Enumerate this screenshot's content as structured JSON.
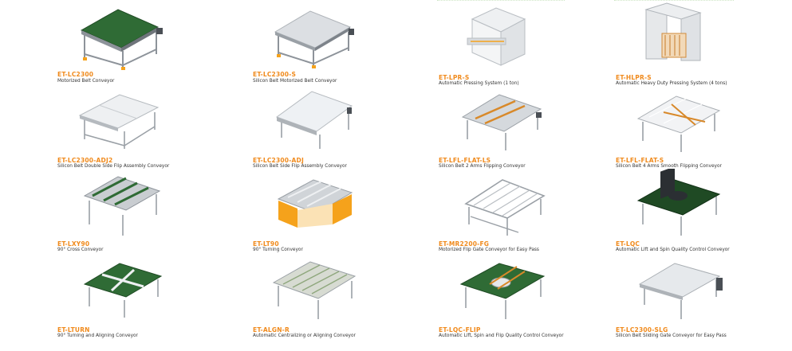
{
  "colors": {
    "accent": "#f08a1c",
    "text": "#333333",
    "frame": "#9aa0a6",
    "belt_green": "#2f6b35",
    "belt_grey": "#dcdfe3",
    "orange": "#f5a21b"
  },
  "products": [
    {
      "code": "ET-LC2300",
      "desc": "Motorized Belt Conveyor",
      "icon": "green-belt-conveyor-icon"
    },
    {
      "code": "ET-LC2300-S",
      "desc": "Silicon Belt Motorized Belt Conveyor",
      "icon": "silicon-belt-conveyor-icon"
    },
    {
      "code": "ET-LPR-S",
      "desc": "Automatic Pressing System (1 ton)",
      "icon": "pressing-system-icon"
    },
    {
      "code": "ET-HLPR-S",
      "desc": "Automatic Heavy Duty Pressing System (4 tons)",
      "icon": "heavy-pressing-system-icon"
    },
    {
      "code": "ET-LC2300-ADJ2",
      "desc": "Silicon Belt Double Side Flip Assembly Conveyor",
      "icon": "double-flip-conveyor-icon"
    },
    {
      "code": "ET-LC2300-ADJ",
      "desc": "Silicon Belt Side Flip Assembly Conveyor",
      "icon": "side-flip-conveyor-icon"
    },
    {
      "code": "ET-LFL-FLAT-LS",
      "desc": "Silicon Belt 2 Arms Flipping Conveyor",
      "icon": "two-arm-flipping-conveyor-icon"
    },
    {
      "code": "ET-LFL-FLAT-S",
      "desc": "Silicon Belt 4 Arms Smooth Flipping Conveyor",
      "icon": "four-arm-flipping-conveyor-icon"
    },
    {
      "code": "ET-LXY90",
      "desc": "90° Cross Conveyor",
      "icon": "cross-conveyor-icon"
    },
    {
      "code": "ET-LT90",
      "desc": "90° Turning Conveyor",
      "icon": "turning-conveyor-icon"
    },
    {
      "code": "ET-MR2200-FG",
      "desc": "Motorized Flip Gate Conveyor for Easy Pass",
      "icon": "flip-gate-conveyor-icon"
    },
    {
      "code": "ET-LQC",
      "desc": "Automatic Lift and Spin Quality Control Conveyor",
      "icon": "lift-spin-qc-conveyor-icon"
    },
    {
      "code": "ET-LTURN",
      "desc": "90° Turning and Aligning Conveyor",
      "icon": "turning-aligning-conveyor-icon"
    },
    {
      "code": "ET-ALGN-R",
      "desc": "Automatic Centralizing or Aligning Conveyor",
      "icon": "centralizing-conveyor-icon"
    },
    {
      "code": "ET-LQC-FLIP",
      "desc": "Automatic Lift, Spin and Flip Quality Control Conveyor",
      "icon": "lift-spin-flip-qc-conveyor-icon"
    },
    {
      "code": "ET-LC2300-SLG",
      "desc": "Silicon Belt Sliding Gate Conveyor for Easy Pass",
      "icon": "sliding-gate-conveyor-icon"
    }
  ]
}
